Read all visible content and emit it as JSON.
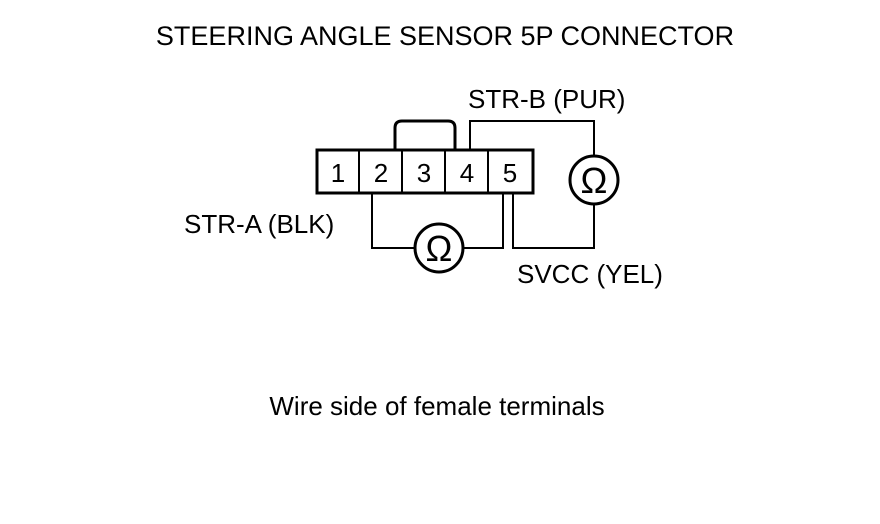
{
  "title": "STEERING ANGLE SENSOR 5P CONNECTOR",
  "connector": {
    "terminals": [
      "1",
      "2",
      "3",
      "4",
      "5"
    ]
  },
  "labels": {
    "str_b": "STR-B (PUR)",
    "str_a": "STR-A (BLK)",
    "svcc": "SVCC (YEL)"
  },
  "meter_symbol": "Ω",
  "caption": "Wire side of female terminals"
}
